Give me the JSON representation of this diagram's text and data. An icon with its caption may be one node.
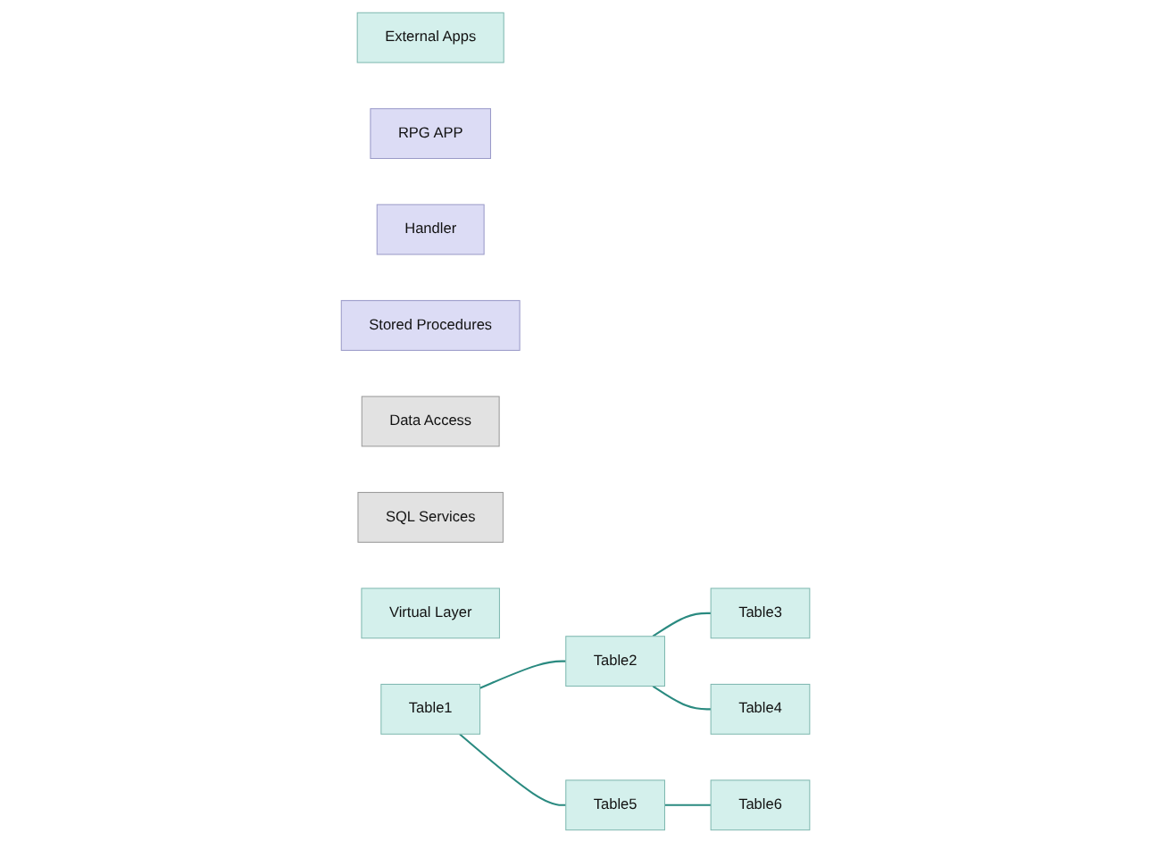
{
  "diagram": {
    "nodes": [
      {
        "text": [
          "External Apps"
        ]
      },
      {
        "text": [
          "RPG APP"
        ]
      },
      {
        "text": [
          "Handler"
        ]
      },
      {
        "text": [
          "Stored Procedures"
        ]
      },
      {
        "text": [
          "Data Access"
        ]
      },
      {
        "text": [
          "SQL Services"
        ]
      },
      {
        "text": [
          "Virtual Layer"
        ]
      },
      {
        "text": [
          "Table1"
        ]
      },
      {
        "text": [
          "Table2"
        ]
      },
      {
        "text": [
          "Table3"
        ]
      },
      {
        "text": [
          "Table4"
        ]
      },
      {
        "text": [
          "Table5"
        ]
      },
      {
        "text": [
          "Table6"
        ]
      }
    ],
    "edges": [
      {
        "from": 7,
        "to": 8,
        "arrow": "none"
      },
      {
        "from": 7,
        "to": 11,
        "arrow": "none"
      },
      {
        "from": 8,
        "to": 9,
        "arrow": "none"
      },
      {
        "from": 8,
        "to": 10,
        "arrow": "none"
      },
      {
        "from": 11,
        "to": 12,
        "arrow": "none"
      }
    ]
  }
}
